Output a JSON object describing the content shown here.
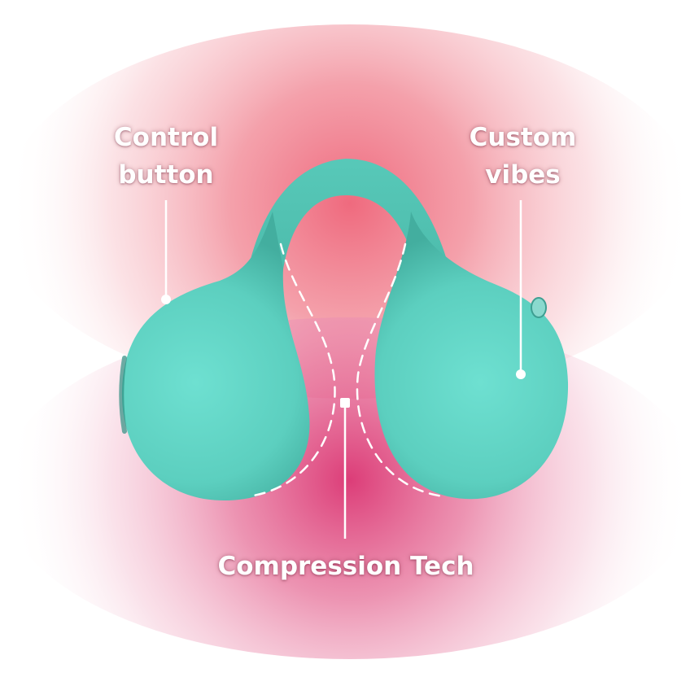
{
  "labels": {
    "control_button": {
      "line1": "Control",
      "line2": "button"
    },
    "custom_vibes": {
      "line1": "Custom",
      "line2": "vibes"
    },
    "compression_tech": "Compression Tech"
  },
  "colors": {
    "glow_top": "#ef6a7e",
    "glow_bottom": "#dc3d78",
    "device": "#5fd3c3",
    "device_shadow": "#3fa99a",
    "callout": "#ffffff"
  },
  "icons": {
    "device": "dual-bulb-toy-illustration",
    "control_marker": "dot-marker-icon",
    "vibes_marker": "dot-marker-icon",
    "compression_marker": "square-marker-icon"
  }
}
